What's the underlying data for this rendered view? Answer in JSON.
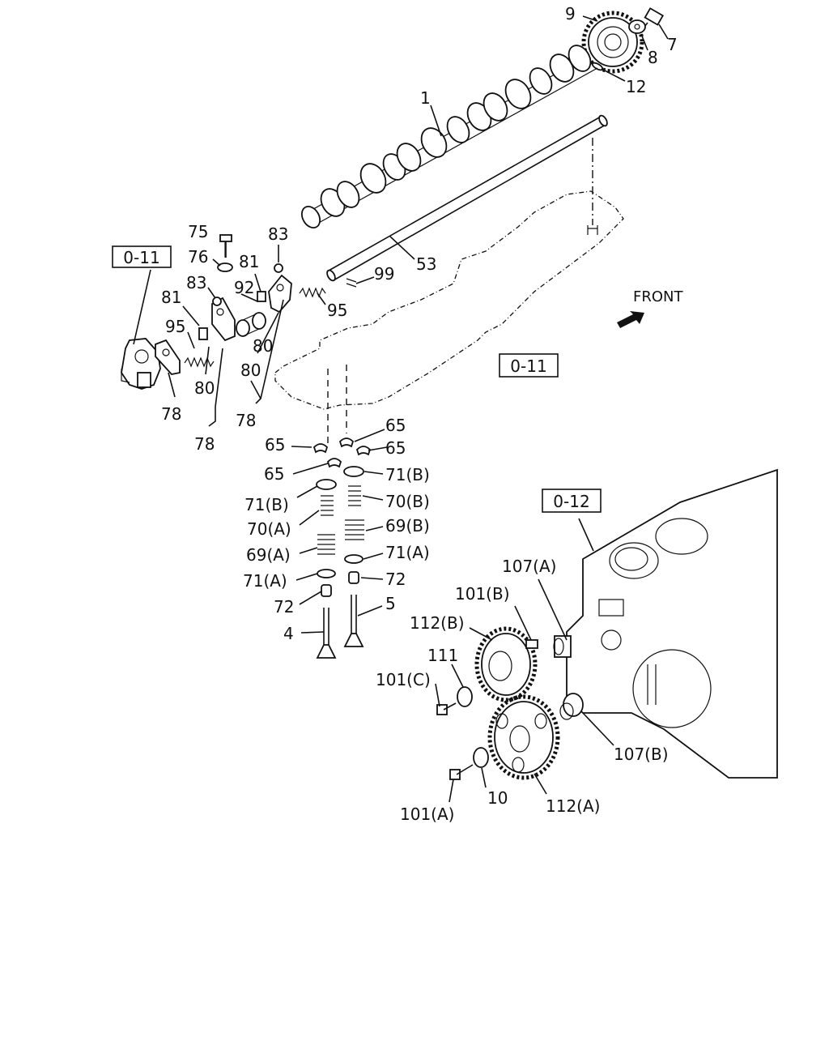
{
  "diagram": {
    "front_label": "FRONT",
    "ref_boxes": {
      "top_left": "0-11",
      "middle": "0-11",
      "right": "0-12"
    },
    "labels": {
      "p9": "9",
      "p7": "7",
      "p8": "8",
      "p12": "12",
      "p1": "1",
      "p53": "53",
      "p99": "99",
      "p95a": "95",
      "p95b": "95",
      "p75": "75",
      "p76": "76",
      "p83a": "83",
      "p83b": "83",
      "p81a": "81",
      "p81b": "81",
      "p92": "92",
      "p80a": "80",
      "p80b": "80",
      "p78a": "78",
      "p78b": "78",
      "p78c": "78",
      "p65a": "65",
      "p65b": "65",
      "p65c": "65",
      "p65d": "65",
      "p71Ba": "71(B)",
      "p71Bb": "71(B)",
      "p70B": "70(B)",
      "p70A": "70(A)",
      "p69B": "69(B)",
      "p69A": "69(A)",
      "p71Aa": "71(A)",
      "p71Ab": "71(A)",
      "p72a": "72",
      "p72b": "72",
      "p5": "5",
      "p4": "4",
      "p107A": "107(A)",
      "p107B": "107(B)",
      "p101B": "101(B)",
      "p101C": "101(C)",
      "p101A": "101(A)",
      "p112B": "112(B)",
      "p112A": "112(A)",
      "p111": "111",
      "p10": "10"
    }
  }
}
